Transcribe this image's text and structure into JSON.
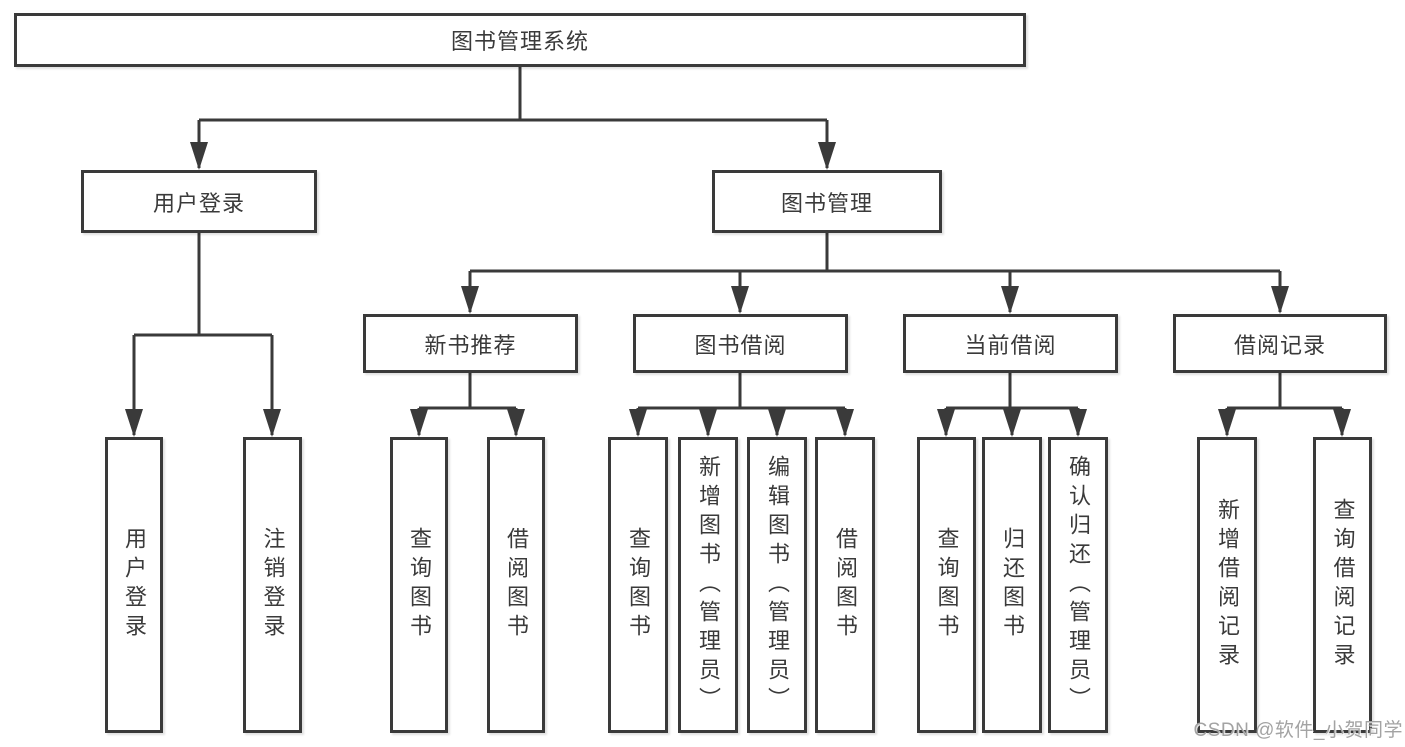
{
  "diagram": {
    "root": {
      "label": "图书管理系统"
    },
    "level2": {
      "user_login": {
        "label": "用户登录"
      },
      "book_mgmt": {
        "label": "图书管理"
      }
    },
    "level3": {
      "new_book": {
        "label": "新书推荐"
      },
      "book_borrow": {
        "label": "图书借阅"
      },
      "current_borrow": {
        "label": "当前借阅"
      },
      "borrow_records": {
        "label": "借阅记录"
      }
    },
    "leaves": {
      "login": {
        "label": "用户登录"
      },
      "logout": {
        "label": "注销登录"
      },
      "nb_query": {
        "label": "查询图书"
      },
      "nb_borrow": {
        "label": "借阅图书"
      },
      "bw_query": {
        "label": "查询图书"
      },
      "bw_add": {
        "label": "新增图书（管理员）"
      },
      "bw_edit": {
        "label": "编辑图书（管理员）"
      },
      "bw_borrow": {
        "label": "借阅图书"
      },
      "cu_query": {
        "label": "查询图书"
      },
      "cu_return": {
        "label": "归还图书"
      },
      "cu_confirm": {
        "label": "确认归还（管理员）"
      },
      "rc_add": {
        "label": "新增借阅记录"
      },
      "rc_query": {
        "label": "查询借阅记录"
      }
    }
  },
  "watermark": "CSDN @软件_小贺同学",
  "colors": {
    "line": "#3a3a3a",
    "text": "#3a3a3a",
    "watermark": "#a3a3a3",
    "background": "#ffffff"
  }
}
